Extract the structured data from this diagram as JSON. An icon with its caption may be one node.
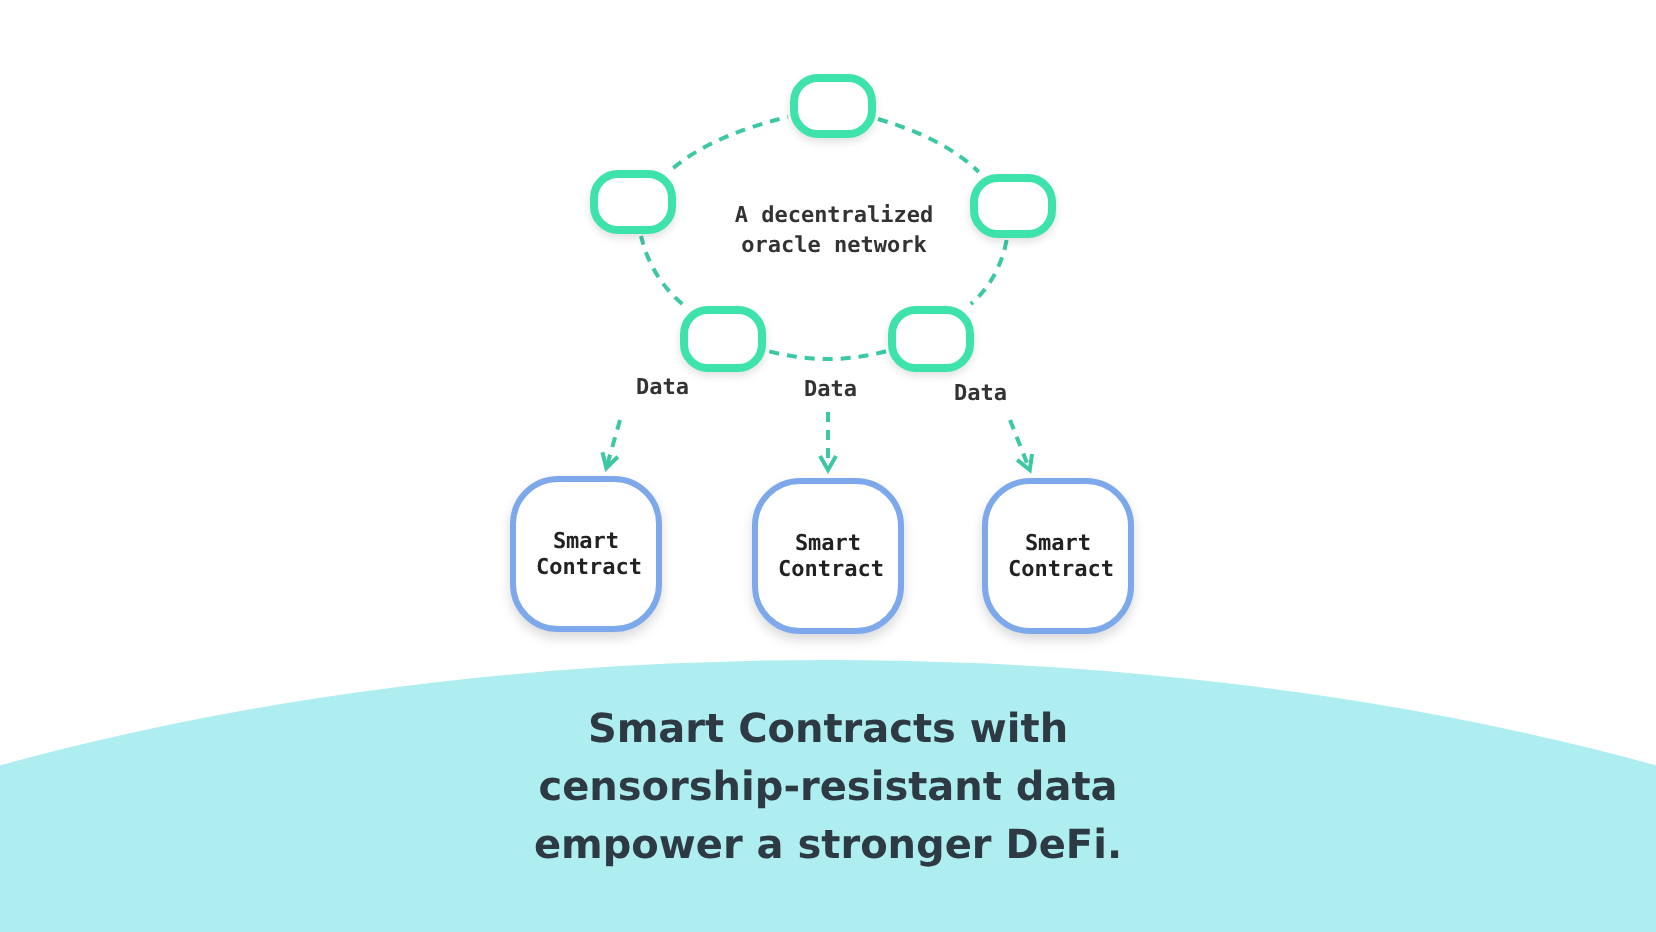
{
  "diagram": {
    "caption": "Smart Contracts with censorship-resistant data empower a stronger DeFi.",
    "nodes": [
      {
        "text": [],
        "shape": "box"
      },
      {
        "text": [],
        "shape": "box"
      },
      {
        "text": [],
        "shape": "box"
      },
      {
        "text": [],
        "shape": "box"
      },
      {
        "text": [],
        "shape": "box"
      },
      {
        "text": [
          "Smart Contract"
        ]
      },
      {
        "text": [
          "Smart Contract"
        ]
      },
      {
        "text": [
          "Smart Contract"
        ]
      }
    ],
    "edges": [
      {
        "from": 0,
        "to": 1,
        "arrow": "none",
        "style": "dashed"
      },
      {
        "from": 1,
        "to": 2,
        "arrow": "none",
        "style": "dashed"
      },
      {
        "from": 2,
        "to": 3,
        "arrow": "none",
        "style": "dashed"
      },
      {
        "from": 3,
        "to": 4,
        "arrow": "none",
        "style": "dashed"
      },
      {
        "from": 4,
        "to": 0,
        "arrow": "none",
        "style": "dashed"
      },
      {
        "from": null,
        "to": 5,
        "arrow": "to",
        "label": "Data",
        "style": "dashed"
      },
      {
        "from": null,
        "to": 6,
        "arrow": "to",
        "label": "Data",
        "style": "dashed"
      },
      {
        "from": null,
        "to": 7,
        "arrow": "to",
        "label": "Data",
        "style": "dashed"
      }
    ],
    "labels": [
      "A decentralized oracle network"
    ]
  }
}
